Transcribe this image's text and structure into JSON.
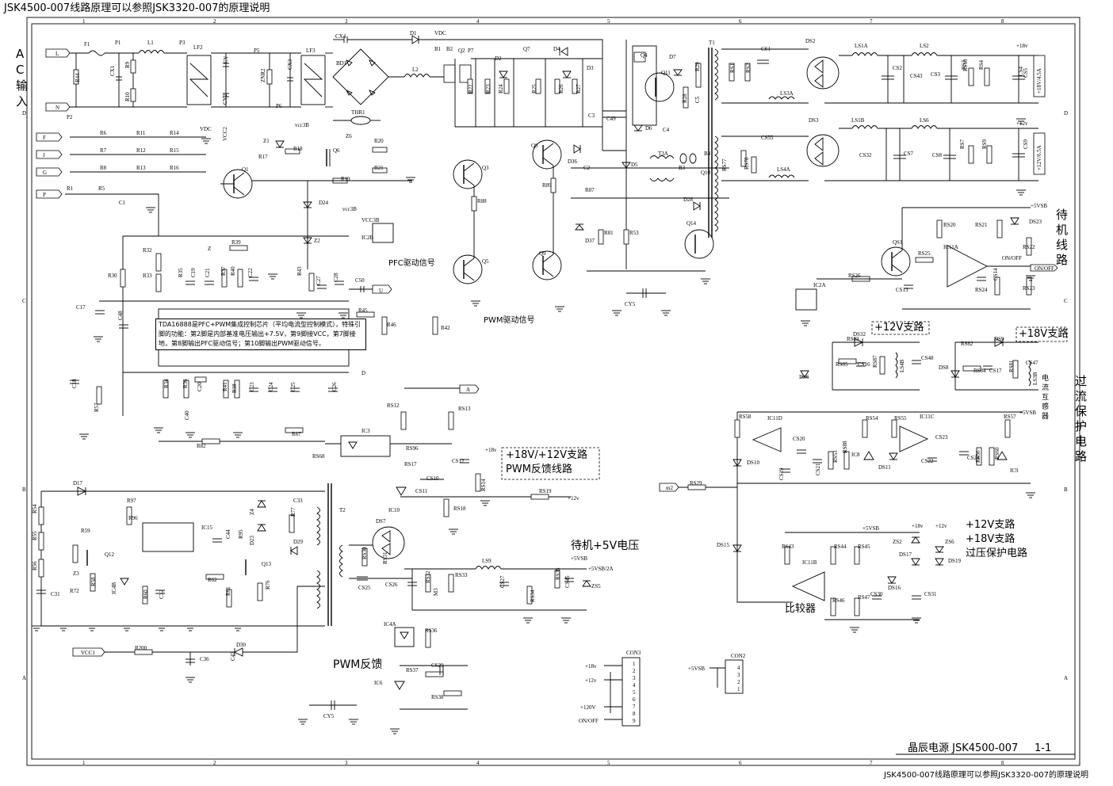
{
  "header": {
    "top_title": "JSK4500-007线路原理可以参照JSK3320-007的原理说明",
    "bottom_note": "JSK4500-007线路原理可以参照JSK3320-007的原理说明",
    "title_block": "晶辰电源 JSK4500-007",
    "sheet": "1-1"
  },
  "frame": {
    "col_numbers": [
      "1",
      "2",
      "3",
      "4",
      "5",
      "6",
      "7",
      "8"
    ],
    "row_letters": [
      "D",
      "C",
      "B",
      "A"
    ]
  },
  "sections": {
    "ac_input": "AC输入",
    "standby": "待机线路",
    "over_current": "过流保护电路",
    "pfc_signal": "PFC驱动信号",
    "pwm_signal": "PWM驱动信号",
    "feedback_18_12": "+18V/+12V支路",
    "feedback_pwm": "PWM反馈线路",
    "standby_5v": "待机+5V电压",
    "pwm_feedback": "PWM反馈",
    "branch_12v": "+12V支路",
    "branch_18v": "+18V支路",
    "ovp_line1": "+12V支路",
    "ovp_line2": "+18V支路",
    "ovp_line3": "过压保护电路",
    "comparator": "比较器",
    "ct_label": "电流互感器"
  },
  "ic_note": {
    "text": "TDA16888是PFC+PWM集成控制芯片（平均电流型控制模式），特殊引脚的功能：第2脚是内部基准电压输出+7.5V，第9脚接VCC，第7脚接地，第8脚输出PFC驱动信号；第10脚输出PWM驱动信号。"
  },
  "rails": {
    "plus18": "+18v",
    "plus12": "+12v",
    "plus5vsb": "+5VSB",
    "plus5vsb_2a": "+5VSB/2A",
    "out18": "+18V/4.5A",
    "out12": "+12V/6.5A",
    "on_off": "ON/OFF",
    "vdc": "VDC",
    "vcc3b": "VCC3B",
    "vcc1": "VCC1",
    "vcc2": "VCC2",
    "vcc3b_lower": "vcc3B",
    "plus120": "+120V"
  },
  "connectors": {
    "con3": {
      "name": "CON3",
      "pins": [
        "1",
        "2",
        "3",
        "4",
        "5",
        "6",
        "7",
        "8",
        "9"
      ],
      "signals": [
        "+18v",
        "+12v",
        "+120V",
        "ON/OFF"
      ]
    },
    "con2": {
      "name": "CON2",
      "pins": [
        "4",
        "3",
        "2",
        "1"
      ],
      "signal": "+5VSB"
    }
  },
  "components": {
    "input": [
      "F1",
      "P1",
      "L1",
      "P3",
      "LF2",
      "CY",
      "P5",
      "ZNR2",
      "LF3",
      "CX3",
      "CX4",
      "BD1",
      "THR1",
      "R44",
      "CX1",
      "R9",
      "R10",
      "P2",
      "P6",
      "CY2"
    ],
    "pfc": [
      "D1",
      "B1",
      "B2",
      "Q2",
      "P7",
      "Q7",
      "D4",
      "D2",
      "D3",
      "R22",
      "R23",
      "R24",
      "R25",
      "R26",
      "R27",
      "L2",
      "C3",
      "C49"
    ],
    "drive": [
      "Q1",
      "Q3",
      "Q5",
      "Q6",
      "Q8",
      "Q9",
      "Z1",
      "Z2",
      "Z6",
      "D24",
      "D36",
      "D37",
      "R17",
      "R18",
      "R19",
      "R20",
      "R21",
      "R88",
      "R89",
      "R87",
      "R81",
      "R53",
      "C2"
    ],
    "ic1": [
      "IC1",
      "IC2B",
      "R1",
      "R5",
      "R6",
      "R7",
      "R8",
      "R11",
      "R12",
      "R13",
      "R14",
      "R15",
      "R16",
      "R32",
      "R33",
      "R30",
      "R35",
      "R37",
      "R40",
      "R43",
      "R45",
      "R46",
      "R42",
      "R39",
      "C1",
      "C17",
      "C48",
      "C19",
      "C21",
      "C22",
      "C27",
      "C28",
      "C50",
      "C18",
      "R57",
      "R34",
      "R36",
      "C20",
      "C40",
      "R41",
      "R38",
      "C23",
      "C24",
      "C25",
      "C26",
      "R82",
      "R67"
    ],
    "transformer": [
      "T1",
      "T3A",
      "Q4",
      "Q10",
      "Q11",
      "D5",
      "D6",
      "D7",
      "D28",
      "Q14",
      "B3",
      "B4",
      "R28",
      "R29",
      "C4",
      "C5",
      "CY5"
    ],
    "outputs": [
      "DS2",
      "DS3",
      "LS1A",
      "LS2",
      "LS3A",
      "LS4A",
      "LS1B",
      "LS6",
      "CS1",
      "CS2",
      "CS3",
      "CS43",
      "CS5",
      "CS55",
      "CS7",
      "CS8",
      "CS9",
      "CS32",
      "RS1",
      "RS2",
      "RS3",
      "RS4",
      "RS7",
      "RS9",
      "RS10",
      "RS77",
      "RS78",
      "CS4"
    ],
    "standby": [
      "QS1",
      "IC11A",
      "IC2A",
      "RS20",
      "RS21",
      "RS22",
      "RS23",
      "RS24",
      "RS25",
      "RS26",
      "CS13",
      "CS14",
      "DS23"
    ],
    "ocp": [
      "IC11D",
      "IC11C",
      "DS32",
      "DS9",
      "DS6",
      "DS8",
      "DS10",
      "DS11",
      "RS83",
      "RS85",
      "RS87",
      "RS82",
      "RS84",
      "RS81",
      "CS16",
      "CS17",
      "CS48",
      "CS47",
      "LS4B",
      "LS3B",
      "RS58",
      "RS54",
      "RS55",
      "RS57",
      "RS88",
      "RS53",
      "RS56",
      "RS60",
      "CS20",
      "CS21",
      "CS19",
      "CS22",
      "CS23",
      "CS24",
      "IC8",
      "IC9",
      "RS29"
    ],
    "ovp": [
      "IC11B",
      "DS15",
      "DS16",
      "DS17",
      "DS19",
      "ZS2",
      "ZS6",
      "RS43",
      "RS44",
      "RS45",
      "RS46",
      "RS47",
      "CS30",
      "CS31"
    ],
    "feedback": [
      "IC3",
      "RS12",
      "RS13",
      "RS96",
      "RS17",
      "RS14",
      "RS18",
      "RS19",
      "RS68",
      "CS10",
      "CS11",
      "CS12",
      "IC10"
    ],
    "standby_5v": [
      "IC15",
      "T2",
      "DS7",
      "D17",
      "D23",
      "D29",
      "Q12",
      "Q13",
      "Z3",
      "Z4",
      "IC4B",
      "R54",
      "R55",
      "R56",
      "R58",
      "R59",
      "R60",
      "R61",
      "R62",
      "R72",
      "R76",
      "R77",
      "R95",
      "R96",
      "R97",
      "C31",
      "C32",
      "C33",
      "C44",
      "R35",
      "R34",
      "CS25",
      "CS26",
      "CS27",
      "CS45",
      "RS30",
      "RS31",
      "RS32",
      "RS33",
      "RS34",
      "RS35",
      "ZS5",
      "LS9",
      "IC4A",
      "IC6",
      "RS36",
      "RS37",
      "RS38",
      "CS29",
      "R200",
      "C36",
      "C47",
      "D30",
      "CY5"
    ]
  },
  "terminals": [
    "L",
    "N",
    "F",
    "J",
    "G",
    "P",
    "Z",
    "U",
    "D",
    "A",
    "M3",
    "m2"
  ]
}
